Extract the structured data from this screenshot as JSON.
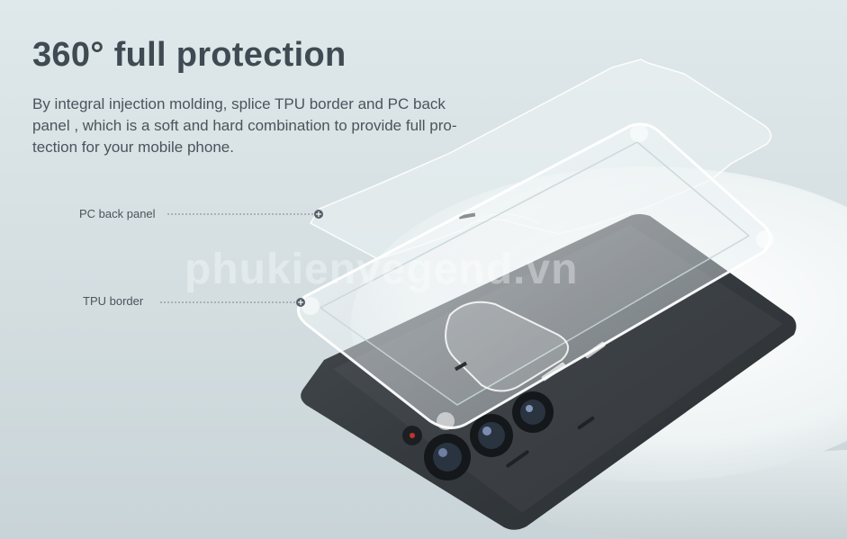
{
  "heading": {
    "title": "360° full protection",
    "description": "By integral injection molding, splice TPU border and PC back panel , which is a soft and hard combination to provide full pro-tection for your mobile phone."
  },
  "callouts": [
    {
      "label": "PC back panel"
    },
    {
      "label": "TPU border"
    }
  ],
  "watermark": "phukienvegend.vn",
  "colors": {
    "background": "#d9e3e6",
    "text": "#3f4a53",
    "phone_body": "#34393d",
    "case_tint": "#e8f1f3"
  }
}
